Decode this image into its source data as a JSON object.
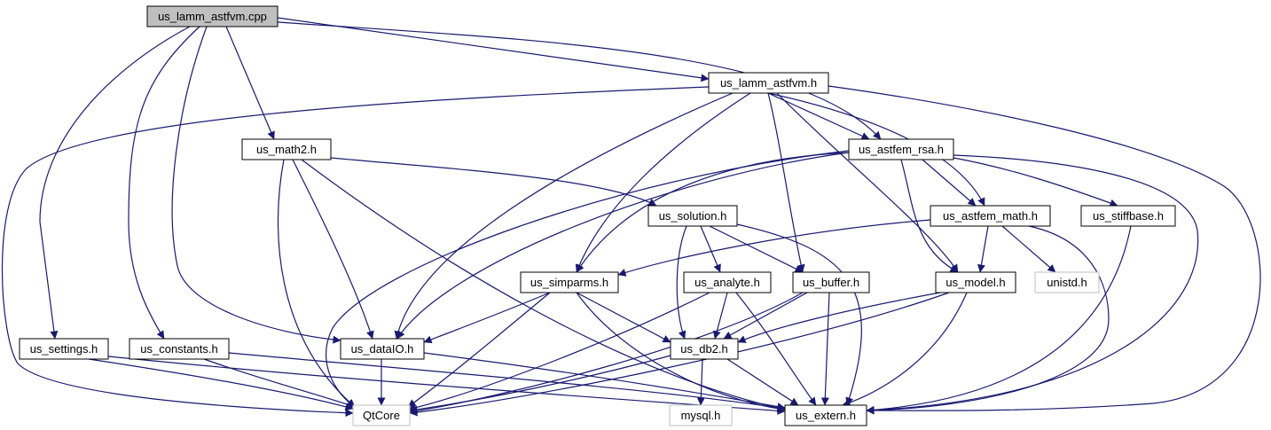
{
  "colors": {
    "edge": "#191970",
    "node_border": "#000000",
    "external_border": "#bfbfbf",
    "root_fill": "#bfbfbf",
    "fill": "#ffffff"
  },
  "nodes": [
    {
      "id": "root",
      "label": "us_lamm_astfvm.cpp",
      "kind": "root"
    },
    {
      "id": "lamm_h",
      "label": "us_lamm_astfvm.h",
      "kind": "normal"
    },
    {
      "id": "math2",
      "label": "us_math2.h",
      "kind": "normal"
    },
    {
      "id": "rsa",
      "label": "us_astfem_rsa.h",
      "kind": "normal"
    },
    {
      "id": "solution",
      "label": "us_solution.h",
      "kind": "normal"
    },
    {
      "id": "astmath",
      "label": "us_astfem_math.h",
      "kind": "normal"
    },
    {
      "id": "stiff",
      "label": "us_stiffbase.h",
      "kind": "normal"
    },
    {
      "id": "simparms",
      "label": "us_simparms.h",
      "kind": "normal"
    },
    {
      "id": "analyte",
      "label": "us_analyte.h",
      "kind": "normal"
    },
    {
      "id": "buffer",
      "label": "us_buffer.h",
      "kind": "normal"
    },
    {
      "id": "model",
      "label": "us_model.h",
      "kind": "normal"
    },
    {
      "id": "unistd",
      "label": "unistd.h",
      "kind": "external"
    },
    {
      "id": "settings",
      "label": "us_settings.h",
      "kind": "normal"
    },
    {
      "id": "constants",
      "label": "us_constants.h",
      "kind": "normal"
    },
    {
      "id": "dataio",
      "label": "us_dataIO.h",
      "kind": "normal"
    },
    {
      "id": "db2",
      "label": "us_db2.h",
      "kind": "normal"
    },
    {
      "id": "qtcore",
      "label": "QtCore",
      "kind": "external"
    },
    {
      "id": "mysql",
      "label": "mysql.h",
      "kind": "external"
    },
    {
      "id": "extern",
      "label": "us_extern.h",
      "kind": "normal"
    }
  ],
  "edges": [
    [
      "root",
      "lamm_h"
    ],
    [
      "root",
      "math2"
    ],
    [
      "root",
      "rsa"
    ],
    [
      "root",
      "settings"
    ],
    [
      "root",
      "constants"
    ],
    [
      "root",
      "dataio"
    ],
    [
      "lamm_h",
      "qtcore"
    ],
    [
      "lamm_h",
      "rsa"
    ],
    [
      "lamm_h",
      "astmath"
    ],
    [
      "lamm_h",
      "simparms"
    ],
    [
      "lamm_h",
      "dataio"
    ],
    [
      "lamm_h",
      "buffer"
    ],
    [
      "lamm_h",
      "model"
    ],
    [
      "lamm_h",
      "extern"
    ],
    [
      "math2",
      "solution"
    ],
    [
      "math2",
      "dataio"
    ],
    [
      "math2",
      "qtcore"
    ],
    [
      "math2",
      "extern"
    ],
    [
      "rsa",
      "astmath"
    ],
    [
      "rsa",
      "stiff"
    ],
    [
      "rsa",
      "simparms"
    ],
    [
      "rsa",
      "dataio"
    ],
    [
      "rsa",
      "model"
    ],
    [
      "rsa",
      "qtcore"
    ],
    [
      "rsa",
      "extern"
    ],
    [
      "solution",
      "analyte"
    ],
    [
      "solution",
      "buffer"
    ],
    [
      "solution",
      "db2"
    ],
    [
      "solution",
      "extern"
    ],
    [
      "astmath",
      "model"
    ],
    [
      "astmath",
      "unistd"
    ],
    [
      "astmath",
      "simparms"
    ],
    [
      "astmath",
      "extern"
    ],
    [
      "stiff",
      "extern"
    ],
    [
      "simparms",
      "dataio"
    ],
    [
      "simparms",
      "db2"
    ],
    [
      "simparms",
      "qtcore"
    ],
    [
      "simparms",
      "extern"
    ],
    [
      "analyte",
      "db2"
    ],
    [
      "analyte",
      "qtcore"
    ],
    [
      "analyte",
      "extern"
    ],
    [
      "buffer",
      "db2"
    ],
    [
      "buffer",
      "qtcore"
    ],
    [
      "buffer",
      "extern"
    ],
    [
      "model",
      "db2"
    ],
    [
      "model",
      "qtcore"
    ],
    [
      "model",
      "extern"
    ],
    [
      "settings",
      "qtcore"
    ],
    [
      "settings",
      "extern"
    ],
    [
      "constants",
      "qtcore"
    ],
    [
      "constants",
      "extern"
    ],
    [
      "dataio",
      "qtcore"
    ],
    [
      "dataio",
      "extern"
    ],
    [
      "db2",
      "mysql"
    ],
    [
      "db2",
      "qtcore"
    ],
    [
      "db2",
      "extern"
    ]
  ]
}
